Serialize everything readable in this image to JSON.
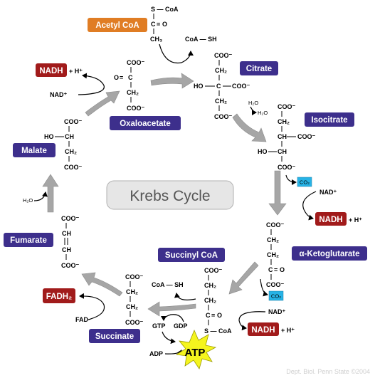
{
  "title": "Krebs Cycle",
  "credit": "Dept. Biol. Penn State ©2004",
  "colors": {
    "compound_box": "#3d2f8c",
    "acetylcoa_box": "#e07d24",
    "cofactor_box": "#a11b1b",
    "co2_box": "#27b3e6",
    "atp_burst": "#f5f51e",
    "arrow_gray": "#a6a6a6",
    "title_box": "#e6e6e6"
  },
  "compounds": {
    "acetyl_coa": "Acetyl CoA",
    "citrate": "Citrate",
    "isocitrate": "Isocitrate",
    "ketoglutarate": "α-Ketoglutarate",
    "succinyl_coa": "Succinyl CoA",
    "succinate": "Succinate",
    "fumarate": "Fumarate",
    "malate": "Malate",
    "oxaloacetate": "Oxaloacetate"
  },
  "cofactors": {
    "nadh": "NADH",
    "h_plus": "+ H⁺",
    "nad_plus": "NAD⁺",
    "fadh2": "FADH₂",
    "fad": "FAD",
    "co2": "CO₂",
    "h2o": "H₂O",
    "gtp": "GTP",
    "gdp": "GDP",
    "adp": "ADP",
    "atp": "ATP",
    "coa_sh": "CoA — SH"
  },
  "chem": {
    "coo": "COO⁻",
    "ch2": "CH₂",
    "ch": "CH",
    "c": "C",
    "oh": "HO",
    "o": "O",
    "s_coa": "S — CoA",
    "ch3": "CH₃",
    "eq": "="
  }
}
